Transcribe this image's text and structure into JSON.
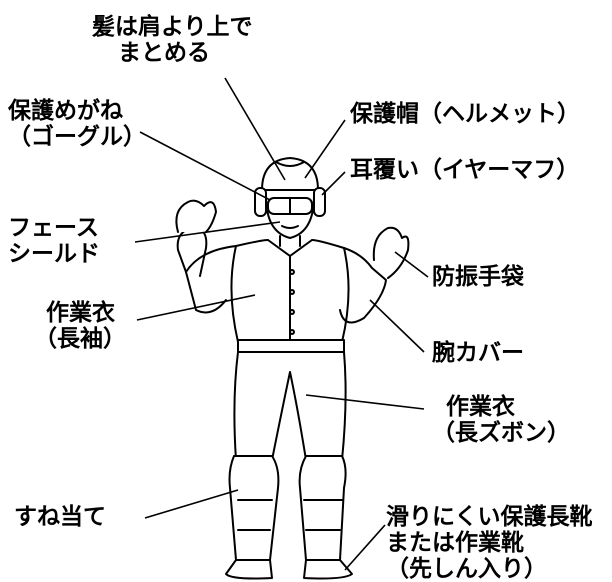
{
  "labels": {
    "hair": [
      "髪は肩より上で",
      "まとめる"
    ],
    "goggles": [
      "保護めがね",
      "（ゴーグル）"
    ],
    "helmet": [
      "保護帽（ヘルメット）"
    ],
    "earmuffs": [
      "耳覆い（イヤーマフ）"
    ],
    "face_shield": [
      "フェース",
      "シールド"
    ],
    "gloves": [
      "防振手袋"
    ],
    "shirt": [
      "作業衣",
      "（長袖）"
    ],
    "arm_cover": [
      "腕カバー"
    ],
    "trousers": [
      "作業衣",
      "（長ズボン）"
    ],
    "shin_guards": [
      "すね当て"
    ],
    "boots": [
      "滑りにくい保護長靴",
      "または作業靴",
      "（先しん入り）"
    ]
  }
}
